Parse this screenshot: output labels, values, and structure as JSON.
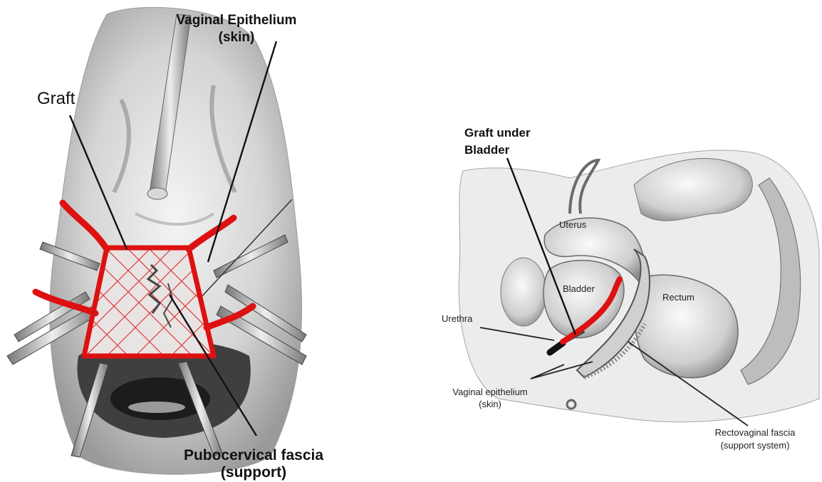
{
  "left_illustration": {
    "labels": {
      "vaginal_epithelium_line1": "Vaginal Epithelium",
      "vaginal_epithelium_line2": "(skin)",
      "graft": "Graft",
      "pubocervical_line1": "Pubocervical fascia",
      "pubocervical_line2": "(support)"
    }
  },
  "right_illustration": {
    "labels": {
      "graft_under_line1": "Graft under",
      "graft_under_line2": "Bladder",
      "uterus": "Uterus",
      "bladder": "Bladder",
      "rectum": "Rectum",
      "urethra": "Urethra",
      "vaginal_epithelium_line1": "Vaginal epithelium",
      "vaginal_epithelium_line2": "(skin)",
      "rectovaginal_line1": "Rectovaginal fascia",
      "rectovaginal_line2": "(support system)"
    }
  },
  "colors": {
    "graft_red": "#dd1111",
    "ink": "#111111",
    "tissue_light": "#e6e6e6",
    "tissue_mid": "#bdbdbd",
    "tissue_dark": "#555555"
  }
}
